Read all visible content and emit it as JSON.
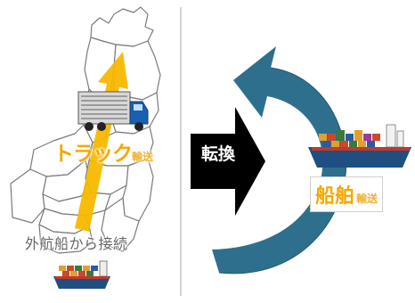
{
  "left_panel": {
    "truck_label": "トラック",
    "truck_suffix": "輸送",
    "connect_label": "外航船から接続"
  },
  "center": {
    "conversion_label": "転換"
  },
  "right_panel": {
    "ship_label": "船舶",
    "ship_suffix": "輸送"
  },
  "colors": {
    "truck_arrow": "#f8b800",
    "cycle_arrow": "#2f6f8e",
    "conversion_arrow": "#000000",
    "truck_cab": "#1a5fb0",
    "ship_hull": "#1f4f80",
    "label_text": "#f5a800"
  },
  "icons": [
    "japan-map-icon",
    "truck-icon",
    "ship-icon",
    "container-ship-icon",
    "cycle-arrow-icon"
  ]
}
